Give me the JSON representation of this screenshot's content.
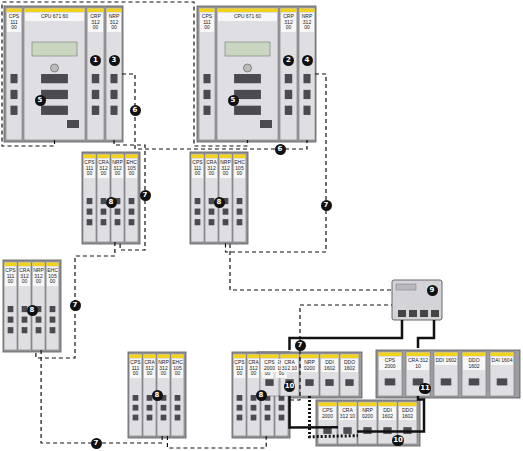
{
  "diagram": {
    "nodes": [
      {
        "text": [
          "CPS 111 00"
        ]
      },
      {
        "text": [
          "CPU 671 60"
        ]
      },
      {
        "text": [
          "CRP 312 00"
        ]
      },
      {
        "text": [
          "NRP 312 00"
        ]
      },
      {
        "text": [
          "CPS 111 00"
        ]
      },
      {
        "text": [
          "CPU 671 60"
        ]
      },
      {
        "text": [
          "CRP 312 00"
        ]
      },
      {
        "text": [
          "NRP 312 00"
        ]
      },
      {
        "text": [
          "CPS 111 00"
        ]
      },
      {
        "text": [
          "CRA 312 00"
        ]
      },
      {
        "text": [
          "NRP 312 00"
        ]
      },
      {
        "text": [
          "EHC 105 00"
        ]
      },
      {
        "text": [
          "CPS 111 00"
        ]
      },
      {
        "text": [
          "CRA 312 00"
        ]
      },
      {
        "text": [
          "NRP 312 00"
        ]
      },
      {
        "text": [
          "EHC 105 00"
        ]
      },
      {
        "text": [
          "CPS 111 00"
        ]
      },
      {
        "text": [
          "CRA 312 00"
        ]
      },
      {
        "text": [
          "NRP 312 00"
        ]
      },
      {
        "text": [
          "EHC 105 00"
        ]
      },
      {
        "text": [
          "CPS 111 00"
        ]
      },
      {
        "text": [
          "CRA 312 00"
        ]
      },
      {
        "text": [
          "NRP 312 00"
        ]
      },
      {
        "text": [
          "EHC 105 00"
        ]
      },
      {
        "text": [
          "CPS 111 00"
        ]
      },
      {
        "text": [
          "CRA 312 00"
        ]
      },
      {
        "text": [
          "NRP 312 00"
        ]
      },
      {
        "text": [
          "EHC 105 00"
        ]
      },
      {
        "text": [
          "CPS 2000"
        ]
      },
      {
        "text": [
          "CRA 312 10"
        ]
      },
      {
        "text": [
          "NRP 0200"
        ]
      },
      {
        "text": [
          "DDI 1602"
        ]
      },
      {
        "text": [
          "DDO 1602"
        ]
      },
      {
        "text": [
          "CPS 2000"
        ]
      },
      {
        "text": [
          "CRA 312 10"
        ]
      },
      {
        "text": [
          "DDI 1602"
        ]
      },
      {
        "text": [
          "DDO 1602"
        ]
      },
      {
        "text": [
          "DAI 1604"
        ]
      },
      {
        "text": [
          "CPS 2000"
        ]
      },
      {
        "text": [
          "CRA 312 10"
        ]
      },
      {
        "text": [
          "NRP 0200"
        ]
      },
      {
        "text": [
          "DDI 1602"
        ]
      },
      {
        "text": [
          "DDO 1602"
        ]
      }
    ],
    "edges": [
      {
        "from": 1,
        "to": 5,
        "arrow": "none"
      },
      {
        "from": 3,
        "to": 7,
        "arrow": "none"
      },
      {
        "from": 3,
        "to": 10,
        "arrow": "none"
      },
      {
        "from": 7,
        "to": 14,
        "arrow": "none"
      },
      {
        "from": 10,
        "to": 18,
        "arrow": "none"
      },
      {
        "from": 18,
        "to": 22,
        "arrow": "none"
      },
      {
        "from": 22,
        "to": 26,
        "arrow": "none"
      },
      {
        "from": 29,
        "to": 39,
        "arrow": "none"
      },
      {
        "from": 30,
        "to": 40,
        "arrow": "none"
      },
      {
        "from": 34,
        "to": 39,
        "arrow": "none"
      }
    ],
    "labels": [
      "1",
      "3",
      "2",
      "4",
      "5",
      "5",
      "6",
      "6",
      "7",
      "7",
      "7",
      "7",
      "7",
      "8",
      "8",
      "8",
      "8",
      "8",
      "9",
      "10",
      "10",
      "11"
    ]
  }
}
